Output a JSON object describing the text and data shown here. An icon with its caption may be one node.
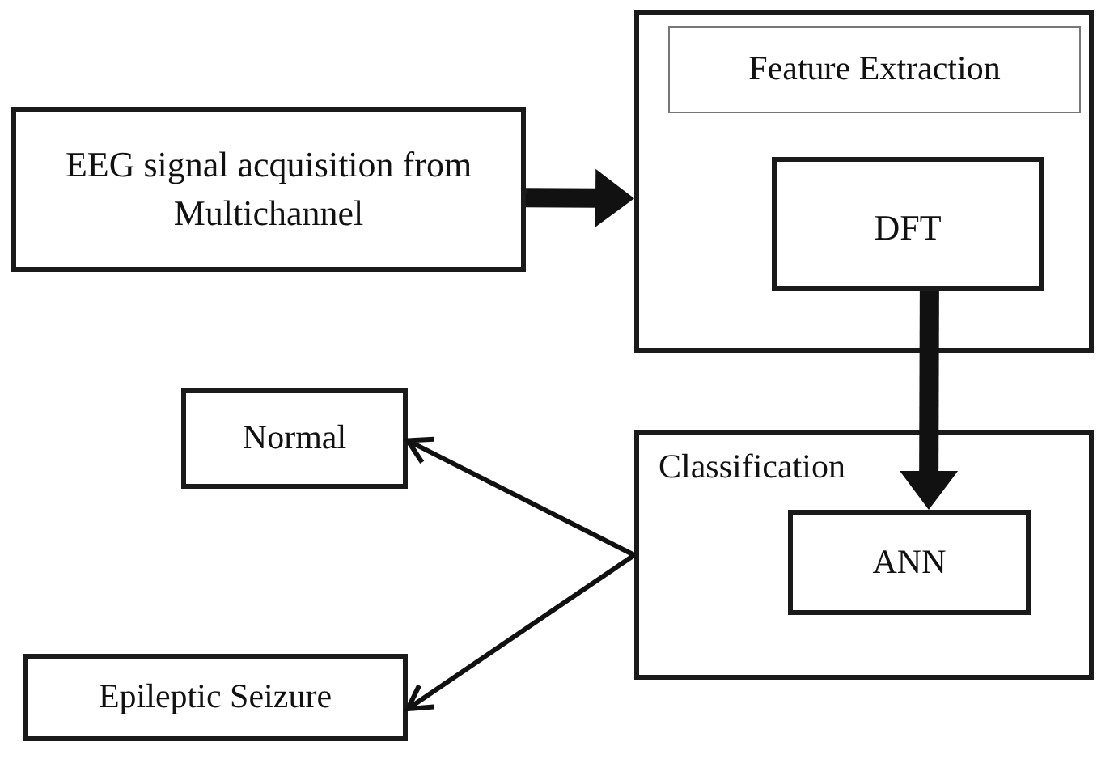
{
  "diagram": {
    "nodes": [
      {
        "text": [
          "EEG signal acquisition from Multichannel"
        ]
      },
      {
        "text": [],
        "shape": "box"
      },
      {
        "text": [
          "Feature Extraction"
        ],
        "in": 1
      },
      {
        "text": [
          "DFT"
        ],
        "in": 1
      },
      {
        "text": [
          "Classification"
        ]
      },
      {
        "text": [
          "ANN"
        ],
        "in": 4
      },
      {
        "text": [
          "Normal"
        ]
      },
      {
        "text": [
          "Epileptic Seizure"
        ]
      }
    ],
    "edges": [
      {
        "from": 0,
        "to": 1,
        "arrow": "to",
        "style": "thick"
      },
      {
        "from": 3,
        "to": 5,
        "arrow": "to",
        "style": "thick"
      },
      {
        "from": 4,
        "to": 6,
        "arrow": "to"
      },
      {
        "from": 4,
        "to": 7,
        "arrow": "to"
      }
    ]
  }
}
